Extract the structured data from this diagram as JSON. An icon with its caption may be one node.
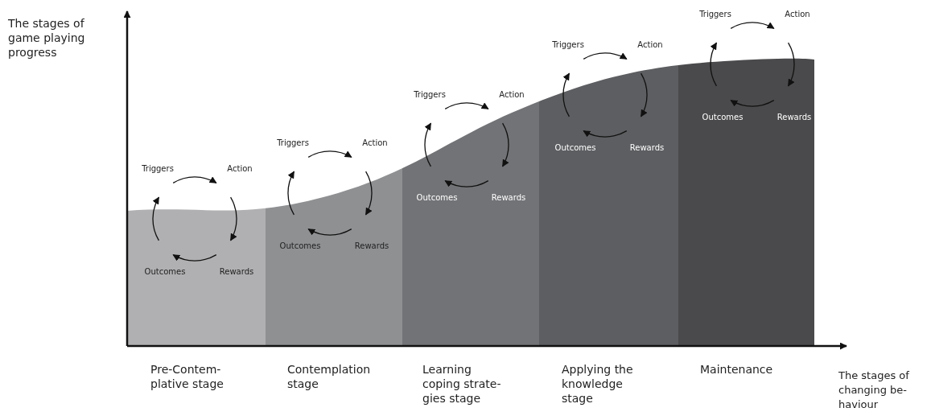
{
  "diagram": {
    "nodes": [
      {
        "text": [
          "Triggers"
        ]
      },
      {
        "text": [
          "Action"
        ]
      },
      {
        "text": [
          "Outcomes"
        ]
      },
      {
        "text": [
          "Rewards"
        ]
      },
      {
        "text": [
          "Triggers"
        ]
      },
      {
        "text": [
          "Action"
        ]
      },
      {
        "text": [
          "Outcomes"
        ]
      },
      {
        "text": [
          "Rewards"
        ]
      },
      {
        "text": [
          "Triggers"
        ]
      },
      {
        "text": [
          "Action"
        ]
      },
      {
        "text": [
          "Outcomes"
        ]
      },
      {
        "text": [
          "Rewards"
        ]
      },
      {
        "text": [
          "Triggers"
        ]
      },
      {
        "text": [
          "Action"
        ]
      },
      {
        "text": [
          "Outcomes"
        ]
      },
      {
        "text": [
          "Rewards"
        ]
      },
      {
        "text": [
          "Triggers"
        ]
      },
      {
        "text": [
          "Action"
        ]
      },
      {
        "text": [
          "Outcomes"
        ]
      },
      {
        "text": [
          "Rewards"
        ]
      }
    ],
    "edges": [
      {
        "from": 0,
        "to": 1,
        "arrow": "to"
      },
      {
        "from": 1,
        "to": 3,
        "arrow": "to"
      },
      {
        "from": 3,
        "to": 2,
        "arrow": "to"
      },
      {
        "from": 2,
        "to": 0,
        "arrow": "to"
      },
      {
        "from": 4,
        "to": 5,
        "arrow": "to"
      },
      {
        "from": 5,
        "to": 7,
        "arrow": "to"
      },
      {
        "from": 7,
        "to": 6,
        "arrow": "to"
      },
      {
        "from": 6,
        "to": 4,
        "arrow": "to"
      },
      {
        "from": 8,
        "to": 9,
        "arrow": "to"
      },
      {
        "from": 9,
        "to": 11,
        "arrow": "to"
      },
      {
        "from": 11,
        "to": 10,
        "arrow": "to"
      },
      {
        "from": 10,
        "to": 8,
        "arrow": "to"
      },
      {
        "from": 12,
        "to": 13,
        "arrow": "to"
      },
      {
        "from": 13,
        "to": 15,
        "arrow": "to"
      },
      {
        "from": 15,
        "to": 14,
        "arrow": "to"
      },
      {
        "from": 14,
        "to": 12,
        "arrow": "to"
      },
      {
        "from": 16,
        "to": 17,
        "arrow": "to"
      },
      {
        "from": 17,
        "to": 19,
        "arrow": "to"
      },
      {
        "from": 19,
        "to": 18,
        "arrow": "to"
      },
      {
        "from": 18,
        "to": 16,
        "arrow": "to"
      }
    ],
    "labels": [
      "The stages of game playing progress",
      "Pre-Contem- plative stage",
      "Contemplation stage",
      "Learning coping strate- gies stage",
      "Applying the knowledge stage",
      "Maintenance",
      "The stages of changing be- haviour"
    ]
  }
}
